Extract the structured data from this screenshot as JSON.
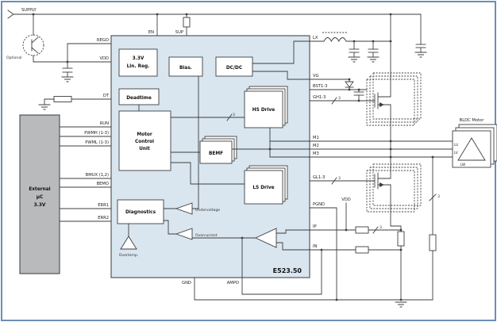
{
  "colors": {
    "chip_fill": "#d9e6f0",
    "uc_box_fill": "#b9babc",
    "line": "#3d3d3d",
    "frame": "#6c8eb5"
  },
  "title": {
    "supply": "SUPPLY",
    "optional": "Optional"
  },
  "uc": {
    "line1": "External",
    "line2": "µC",
    "line3": "3.3V"
  },
  "pins": {
    "left": {
      "rego": "REGO",
      "vdd": "VDD",
      "dt": "DT",
      "run": "RUN",
      "pwmh": "PWMH (1-3)",
      "pwml": "PWML (1-3)",
      "bmux": "BMUX (1,2)",
      "bemo": "BEMO",
      "err1": "ERR1",
      "err2": "ERR2"
    },
    "top": {
      "en": "EN",
      "sup": "SUP"
    },
    "right": {
      "lx": "LX",
      "vg": "VG",
      "bst": "BST1-3",
      "gh": "GH1-3",
      "m1": "M1",
      "m2": "M2",
      "m3": "M3",
      "gl": "GL1-3",
      "pgnd": "PGND",
      "ip": "IP",
      "in": "IN"
    },
    "bottom": {
      "gnd": "GND",
      "ampo": "AMPO"
    }
  },
  "chip": {
    "name": "E523.50",
    "linreg1": "3.3V",
    "linreg2": "Lin. Reg.",
    "bias": "Bias.",
    "dcdc": "DC/DC",
    "deadtime": "Deadtime",
    "mcu1": "Motor",
    "mcu2": "Control",
    "mcu3": "Unit",
    "bemf": "BEMF",
    "hs": "HS Drive",
    "ls": "LS Drive",
    "diag": "Diagnostics",
    "uv": "Undervoltage",
    "oc": "Overcurrent",
    "ot": "Overtemp."
  },
  "motor": {
    "title": "BLDC Motor",
    "p1": "LU",
    "p2": "LV",
    "p3": "LW"
  },
  "net": {
    "vdd": "VDD",
    "bus": "3"
  }
}
